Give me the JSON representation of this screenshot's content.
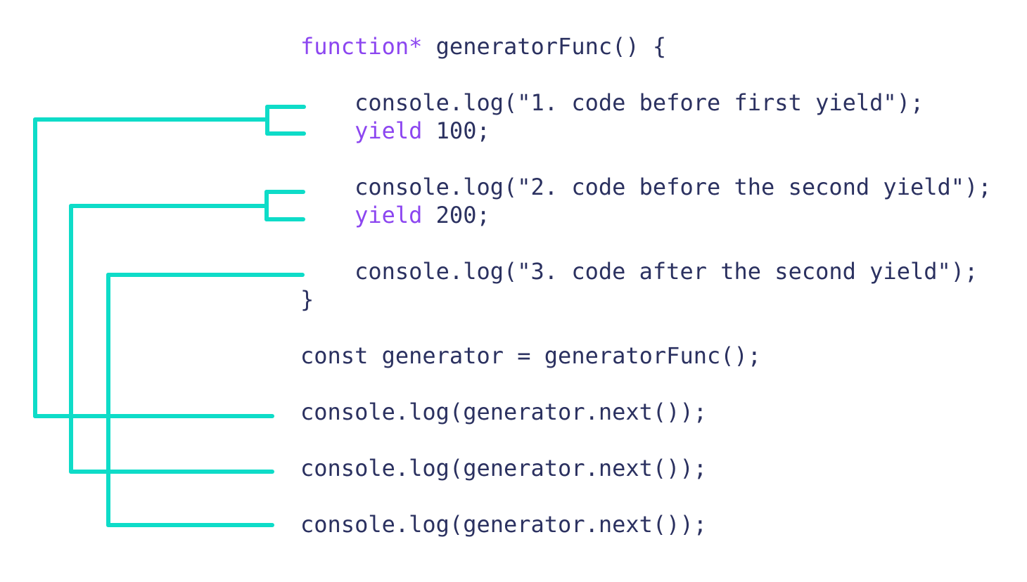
{
  "title": "generator function execution order diagram",
  "colors": {
    "background": "#ffffff",
    "text": "#2b3160",
    "keyword": "#8c46f0",
    "connector": "#0edcc8"
  },
  "code": {
    "lines": [
      {
        "tokens": [
          {
            "type": "keyword",
            "text": "function*"
          },
          {
            "type": "plain",
            "text": " generatorFunc() {"
          }
        ]
      },
      {
        "tokens": []
      },
      {
        "tokens": [
          {
            "type": "plain",
            "text": "    console.log(\"1. code before first yield\");"
          }
        ]
      },
      {
        "tokens": [
          {
            "type": "plain",
            "text": "    "
          },
          {
            "type": "keyword",
            "text": "yield"
          },
          {
            "type": "plain",
            "text": " 100;"
          }
        ]
      },
      {
        "tokens": []
      },
      {
        "tokens": [
          {
            "type": "plain",
            "text": "    console.log(\"2. code before the second yield\");"
          }
        ]
      },
      {
        "tokens": [
          {
            "type": "plain",
            "text": "    "
          },
          {
            "type": "keyword",
            "text": "yield"
          },
          {
            "type": "plain",
            "text": " 200;"
          }
        ]
      },
      {
        "tokens": []
      },
      {
        "tokens": [
          {
            "type": "plain",
            "text": "    console.log(\"3. code after the second yield\");"
          }
        ]
      },
      {
        "tokens": [
          {
            "type": "plain",
            "text": "}"
          }
        ]
      },
      {
        "tokens": []
      },
      {
        "tokens": [
          {
            "type": "plain",
            "text": "const generator = generatorFunc();"
          }
        ]
      },
      {
        "tokens": []
      },
      {
        "tokens": [
          {
            "type": "plain",
            "text": "console.log(generator.next());"
          }
        ]
      },
      {
        "tokens": []
      },
      {
        "tokens": [
          {
            "type": "plain",
            "text": "console.log(generator.next());"
          }
        ]
      },
      {
        "tokens": []
      },
      {
        "tokens": [
          {
            "type": "plain",
            "text": "console.log(generator.next());"
          }
        ]
      }
    ]
  },
  "connectors": [
    {
      "name": "first-next-to-first-yield-section",
      "links": "console.log(generator.next()); #1 -> lines up to yield 100"
    },
    {
      "name": "second-next-to-second-yield-section",
      "links": "console.log(generator.next()); #2 -> lines up to yield 200"
    },
    {
      "name": "third-next-to-remaining-section",
      "links": "console.log(generator.next()); #3 -> code after the second yield"
    }
  ]
}
